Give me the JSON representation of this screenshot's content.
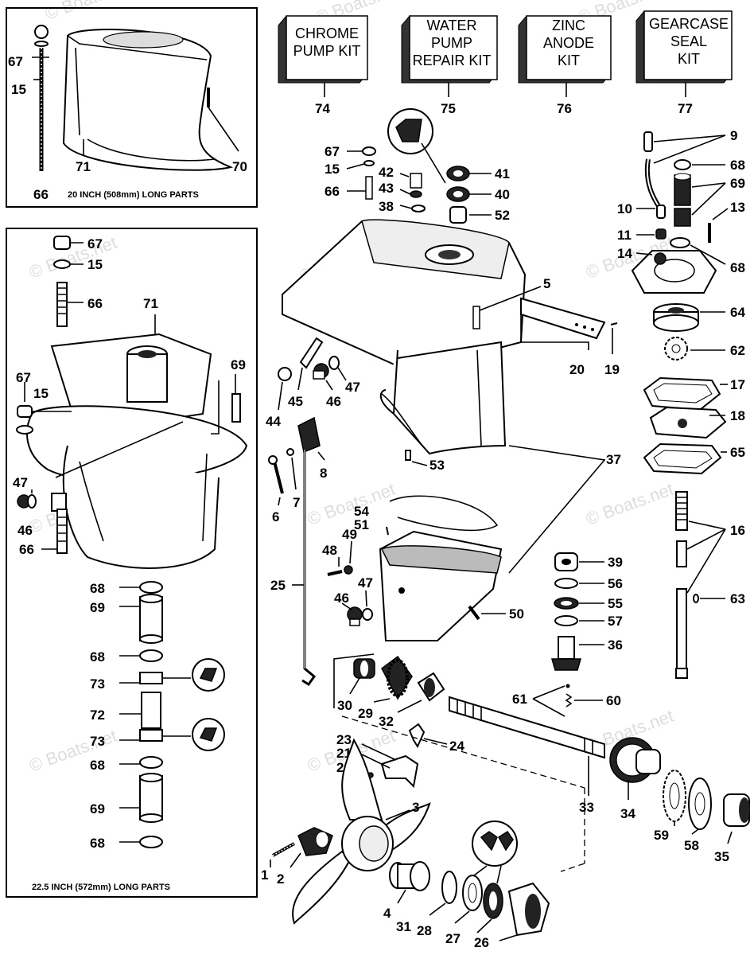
{
  "watermark": "© Boats.net",
  "panels": {
    "top_left_caption": "20 INCH (508mm) LONG PARTS",
    "bottom_left_caption": "22.5 INCH (572mm) LONG PARTS"
  },
  "kits": [
    {
      "lines": [
        "CHROME",
        "PUMP KIT"
      ],
      "num": "74"
    },
    {
      "lines": [
        "WATER",
        "PUMP",
        "REPAIR KIT"
      ],
      "num": "75"
    },
    {
      "lines": [
        "ZINC",
        "ANODE",
        "KIT"
      ],
      "num": "76"
    },
    {
      "lines": [
        "GEARCASE",
        "SEAL",
        "KIT"
      ],
      "num": "77"
    }
  ],
  "callouts": {
    "c67a": "67",
    "c15a": "15",
    "c66a": "66",
    "c71a": "71",
    "c70": "70",
    "c67b": "67",
    "c15b": "15",
    "c66b": "66",
    "c71b": "71",
    "c69a": "69",
    "c67c": "67",
    "c15c": "15",
    "c47a": "47",
    "c46a": "46",
    "c66c": "66",
    "c68a": "68",
    "c69b": "69",
    "c68b": "68",
    "c73a": "73",
    "c72": "72",
    "c73b": "73",
    "c68c": "68",
    "c69c": "69",
    "c68d": "68",
    "c67d": "67",
    "c15d": "15",
    "c66d": "66",
    "c42": "42",
    "c43": "43",
    "c38": "38",
    "c41": "41",
    "c40": "40",
    "c52": "52",
    "c5": "5",
    "c20": "20",
    "c19": "19",
    "c44": "44",
    "c45": "45",
    "c46b": "46",
    "c47b": "47",
    "c8": "8",
    "c6": "6",
    "c7": "7",
    "c53": "53",
    "c37": "37",
    "c54": "54",
    "c51": "51",
    "c49": "49",
    "c48": "48",
    "c47c": "47",
    "c46c": "46",
    "c25": "25",
    "c50": "50",
    "c39": "39",
    "c56": "56",
    "c55": "55",
    "c57": "57",
    "c36": "36",
    "c30": "30",
    "c29": "29",
    "c32": "32",
    "c61": "61",
    "c60": "60",
    "c23": "23",
    "c21": "21",
    "c22": "22",
    "c24": "24",
    "c33": "33",
    "c34": "34",
    "c59": "59",
    "c58": "58",
    "c35": "35",
    "c3": "3",
    "c1": "1",
    "c2": "2",
    "c4": "4",
    "c31": "31",
    "c28": "28",
    "c27": "27",
    "c26": "26",
    "c9": "9",
    "c68e": "68",
    "c69d": "69",
    "c10": "10",
    "c13": "13",
    "c11": "11",
    "c14": "14",
    "c68f": "68",
    "c64": "64",
    "c62": "62",
    "c17": "17",
    "c18": "18",
    "c65": "65",
    "c16": "16",
    "c63": "63"
  }
}
